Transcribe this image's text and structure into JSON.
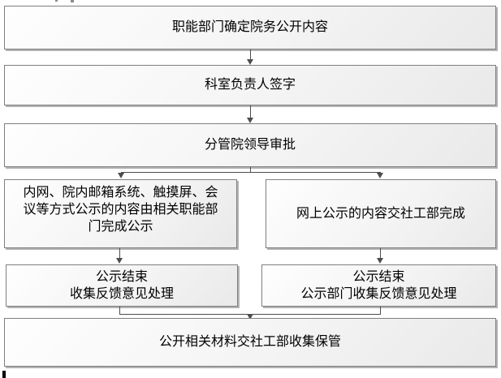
{
  "flow": {
    "box1": {
      "label": "职能部门确定院务公开内容"
    },
    "box2": {
      "label": "科室负责人签字"
    },
    "box3": {
      "label": "分管院领导审批"
    },
    "box4_left": {
      "label": "内网、院内邮箱系统、触摸屏、会议等方式公示的内容由相关职能部门完成公示"
    },
    "box4_right": {
      "label": "网上公示的内容交社工部完成"
    },
    "box5_left": {
      "line1": "公示结束",
      "line2": "收集反馈意见处理"
    },
    "box5_right": {
      "line1": "公示结束",
      "line2": "公示部门收集反馈意见处理"
    },
    "box6": {
      "label": "公开相关材料交社工部收集保管"
    }
  },
  "edges": [
    {
      "from": "box1",
      "to": "box2"
    },
    {
      "from": "box2",
      "to": "box3"
    },
    {
      "from": "box3",
      "to": "box4_left"
    },
    {
      "from": "box3",
      "to": "box4_right"
    },
    {
      "from": "box4_left",
      "to": "box5_left"
    },
    {
      "from": "box4_right",
      "to": "box5_right"
    },
    {
      "from": "box5_left",
      "to": "box6"
    },
    {
      "from": "box5_right",
      "to": "box6"
    }
  ],
  "colors": {
    "background": "#ffffff",
    "box_border": "#7f7f7f",
    "box_fill_bottom": "#e9e9e9",
    "shadow": "#b3b3b3",
    "connector": "#4d4d4d",
    "text": "#000000"
  }
}
